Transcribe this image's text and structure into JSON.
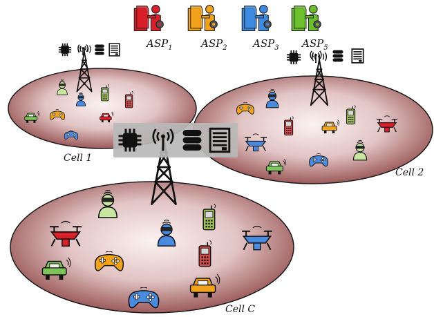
{
  "asps": [
    {
      "base": "ASP",
      "sub": "1",
      "color": "#d9202a"
    },
    {
      "base": "ASP",
      "sub": "2",
      "color": "#f2a31b"
    },
    {
      "base": "ASP",
      "sub": "3",
      "color": "#3d8be0"
    },
    {
      "base": "ASP",
      "sub": "5",
      "color": "#6cc02b"
    }
  ],
  "cells": [
    {
      "base": "Cell",
      "sub": "1"
    },
    {
      "base": "Cell",
      "sub": "2"
    },
    {
      "base": "Cell",
      "sub": "C"
    }
  ],
  "colors": {
    "cell_fill": "#a06060",
    "cell_center": "#f8eeee",
    "cell_stroke": "#1a1a1a",
    "resource_panel": "#b8b8b8"
  },
  "icons": [
    "cpu-icon",
    "antenna-icon",
    "database-icon",
    "server-icon",
    "tower-icon",
    "vr-user-icon",
    "phone-icon",
    "drone-icon",
    "car-icon",
    "gamepad-icon"
  ]
}
